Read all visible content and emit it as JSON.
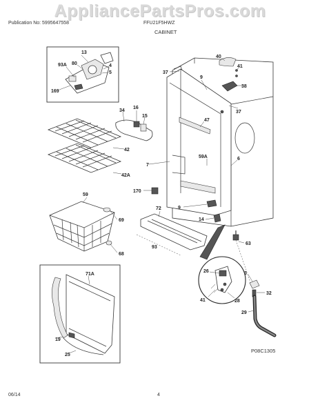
{
  "watermark": "AppliancePartsPros.com",
  "header": {
    "publication": "Publication No: 5995647558",
    "model": "FFU21F5HWZ",
    "section": "CABINET"
  },
  "footer": {
    "date": "06/14",
    "page": "4",
    "diagram_id": "P08C1305"
  },
  "callouts": {
    "c13": "13",
    "c80": "80",
    "c93A": "93A",
    "c4": "4",
    "c5": "5",
    "c169": "169",
    "c40": "40",
    "c41a": "41",
    "c38": "38",
    "c37a": "37",
    "c9a": "9",
    "c37b": "37",
    "c34": "34",
    "c16": "16",
    "c15": "15",
    "c47": "47",
    "c42": "42",
    "c7": "7",
    "c59A": "59A",
    "c6": "6",
    "c42A": "42A",
    "c170": "170",
    "c59": "59",
    "c72": "72",
    "c9b": "9",
    "c69": "69",
    "c14": "14",
    "c93": "93",
    "c63": "63",
    "c68": "68",
    "c71A": "71A",
    "c26": "26",
    "c3": "3",
    "c32": "32",
    "c41b": "41",
    "c28": "28",
    "c29": "29",
    "c19": "19",
    "c25": "25"
  }
}
